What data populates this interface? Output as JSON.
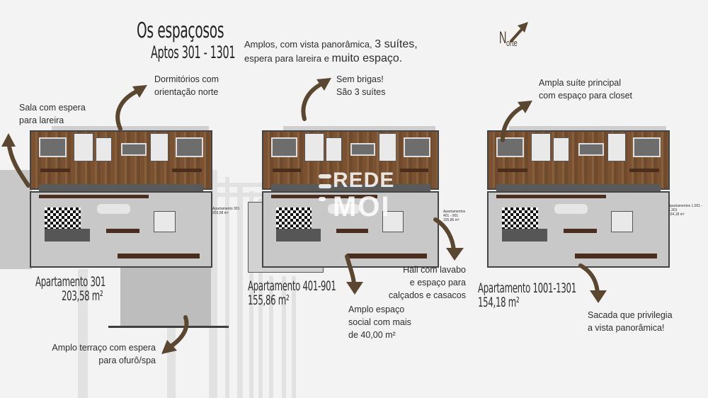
{
  "header": {
    "title": "Os espaçosos",
    "subtitle": "Aptos 301 - 1301",
    "lead_line1_a": "Amplos, com vista panorâmica, ",
    "lead_line1_b": "3 suítes,",
    "lead_line2_a": "espera para lareira e ",
    "lead_line2_b": "muito espaço."
  },
  "compass": {
    "n": "N",
    "rest": "orte"
  },
  "watermark": {
    "line1": "REDE",
    "line2": "MOI"
  },
  "apartments": [
    {
      "name": "Apartamento 301",
      "area": "203,58 m²",
      "plan_tag": "Apartamento 301",
      "plan_area": "203,58 m²"
    },
    {
      "name": "Apartamento 401-901",
      "area": "155,86 m²",
      "plan_tag": "Apartamentos 401 - 901",
      "plan_area": "155,86 m²"
    },
    {
      "name": "Apartamento 1001-1301",
      "area": "154,18 m²",
      "plan_tag": "Apartamentos 1.001 - 1.301",
      "plan_area": "154,18 m²"
    }
  ],
  "callouts": {
    "sala": [
      "Sala com espera",
      "para lareira"
    ],
    "dormitorios": [
      "Dormitórios com",
      "orientação norte"
    ],
    "suites": [
      "Sem brigas!",
      "São 3 suítes"
    ],
    "principal": [
      "Ampla suíte principal",
      "com espaço para closet"
    ],
    "hall": [
      "Hall com lavabo",
      "e espaço para",
      "calçados e casacos"
    ],
    "social": [
      "Amplo espaço",
      "social com mais",
      "de 40,00 m²"
    ],
    "sacada": [
      "Sacada que privilegia",
      "a vista panorâmica!"
    ],
    "terraco": [
      "Amplo terraço com espera",
      "para ofurô/spa"
    ]
  },
  "colors": {
    "arrow": "#5b4730",
    "wood": "#7b5231",
    "background": "#f3f3f3"
  }
}
